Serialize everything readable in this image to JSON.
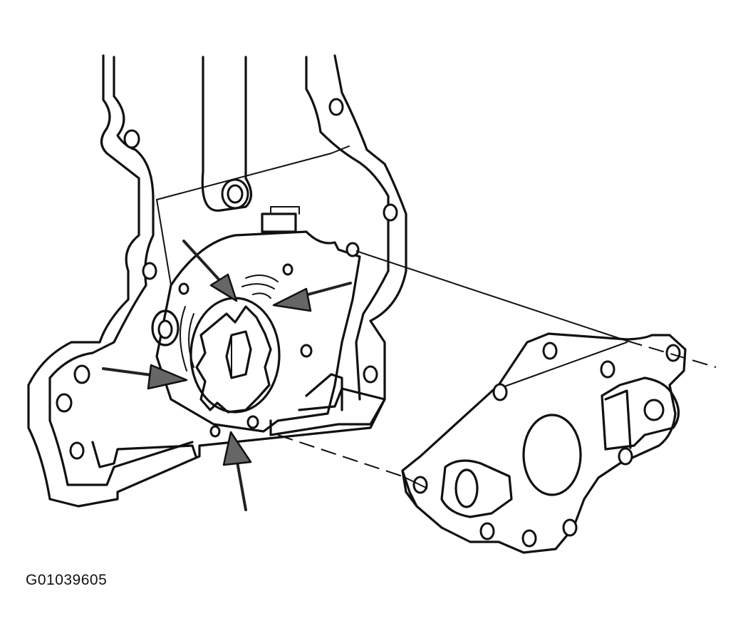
{
  "figure": {
    "caption": "G01039605",
    "subject": "oil-pump-cover-exploded-view",
    "arrow_count": 4,
    "line_color": "#111111",
    "background": "#ffffff"
  }
}
